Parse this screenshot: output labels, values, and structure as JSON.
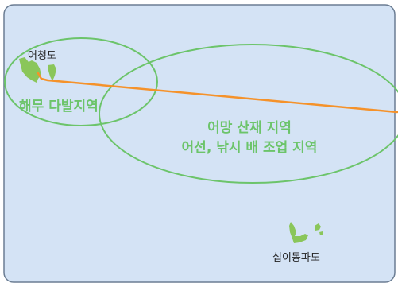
{
  "colors": {
    "sea": "#d4e3f5",
    "border": "#6b7d93",
    "zone_outline": "#6cc46a",
    "zone_text": "#6cc46a",
    "land": "#8ac65a",
    "route": "#f5922a"
  },
  "islands": {
    "eocheongdo": {
      "name": "어청도"
    },
    "sipidongpado": {
      "name": "십이동파도"
    }
  },
  "zones": {
    "fog_zone": {
      "label": "해무 다발지역"
    },
    "fishing_zone": {
      "label_line1": "어망 산재 지역",
      "label_line2": "어선, 낚시 배 조업 지역"
    }
  },
  "route": {
    "name": "route-line"
  }
}
